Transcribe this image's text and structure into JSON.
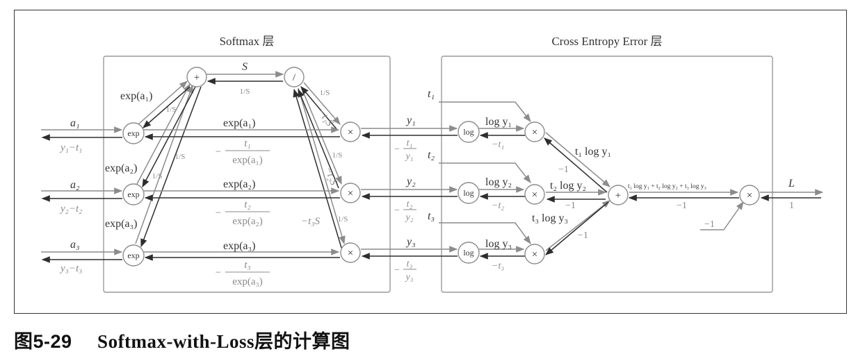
{
  "figure": {
    "caption_label": "图5-29",
    "caption_text": "Softmax-with-Loss层的计算图"
  },
  "softmax_layer": {
    "title": "Softmax 层",
    "nodes": {
      "plus": "+",
      "divide": "/",
      "exp": "exp",
      "times": "×"
    },
    "forward": {
      "a1": "a₁",
      "a2": "a₂",
      "a3": "a₃",
      "exp_a1_upper": "exp(a₁)",
      "exp_a2_upper": "exp(a₂)",
      "exp_a3_upper": "exp(a₃)",
      "exp_a1": "exp(a₁)",
      "exp_a2": "exp(a₂)",
      "exp_a3": "exp(a₃)",
      "S": "S"
    },
    "backward": {
      "y1_t1": "y₁−t₁",
      "y2_t2": "y₂−t₂",
      "y3_t3": "y₃−t₃",
      "inv_s": "1/S",
      "neg_t1_over_exp_num": "t₁",
      "neg_t1_over_exp_den": "exp(a₁)",
      "neg_t2_over_exp_num": "t₂",
      "neg_t2_over_exp_den": "exp(a₂)",
      "neg_t3_over_exp_num": "t₃",
      "neg_t3_over_exp_den": "exp(a₃)",
      "neg_t1_S": "−t₁S",
      "neg_t2_S": "−t₂S",
      "neg_t3_S": "−t₃S"
    }
  },
  "cross_entropy_layer": {
    "title": "Cross Entropy Error 层",
    "nodes": {
      "log": "log",
      "times": "×",
      "plus": "+"
    },
    "forward": {
      "y1": "y₁",
      "y2": "y₂",
      "y3": "y₃",
      "t1": "t₁",
      "t2": "t₂",
      "t3": "t₃",
      "log_y1": "log y₁",
      "log_y2": "log y₂",
      "log_y3": "log y₃",
      "t1_log_y1": "t₁ log y₁",
      "t2_log_y2": "t₂ log y₂",
      "t3_log_y3": "t₃ log y₃",
      "sum": "t₁ log y₁ + t₂ log y₂ + t₃ log y₃",
      "L": "L",
      "neg_one_input": "−1"
    },
    "backward": {
      "neg_t1_over_y1_num": "t₁",
      "neg_t1_over_y1_den": "y₁",
      "neg_t2_over_y2_num": "t₂",
      "neg_t2_over_y2_den": "y₂",
      "neg_t3_over_y3_num": "t₃",
      "neg_t3_over_y3_den": "y₃",
      "neg_t1": "−t₁",
      "neg_t2": "−t₂",
      "neg_t3": "−t₃",
      "neg_one": "−1",
      "one": "1"
    }
  },
  "colors": {
    "forward": "#8c8c8c",
    "backward": "#2e2e2e",
    "frame": "#999999"
  }
}
